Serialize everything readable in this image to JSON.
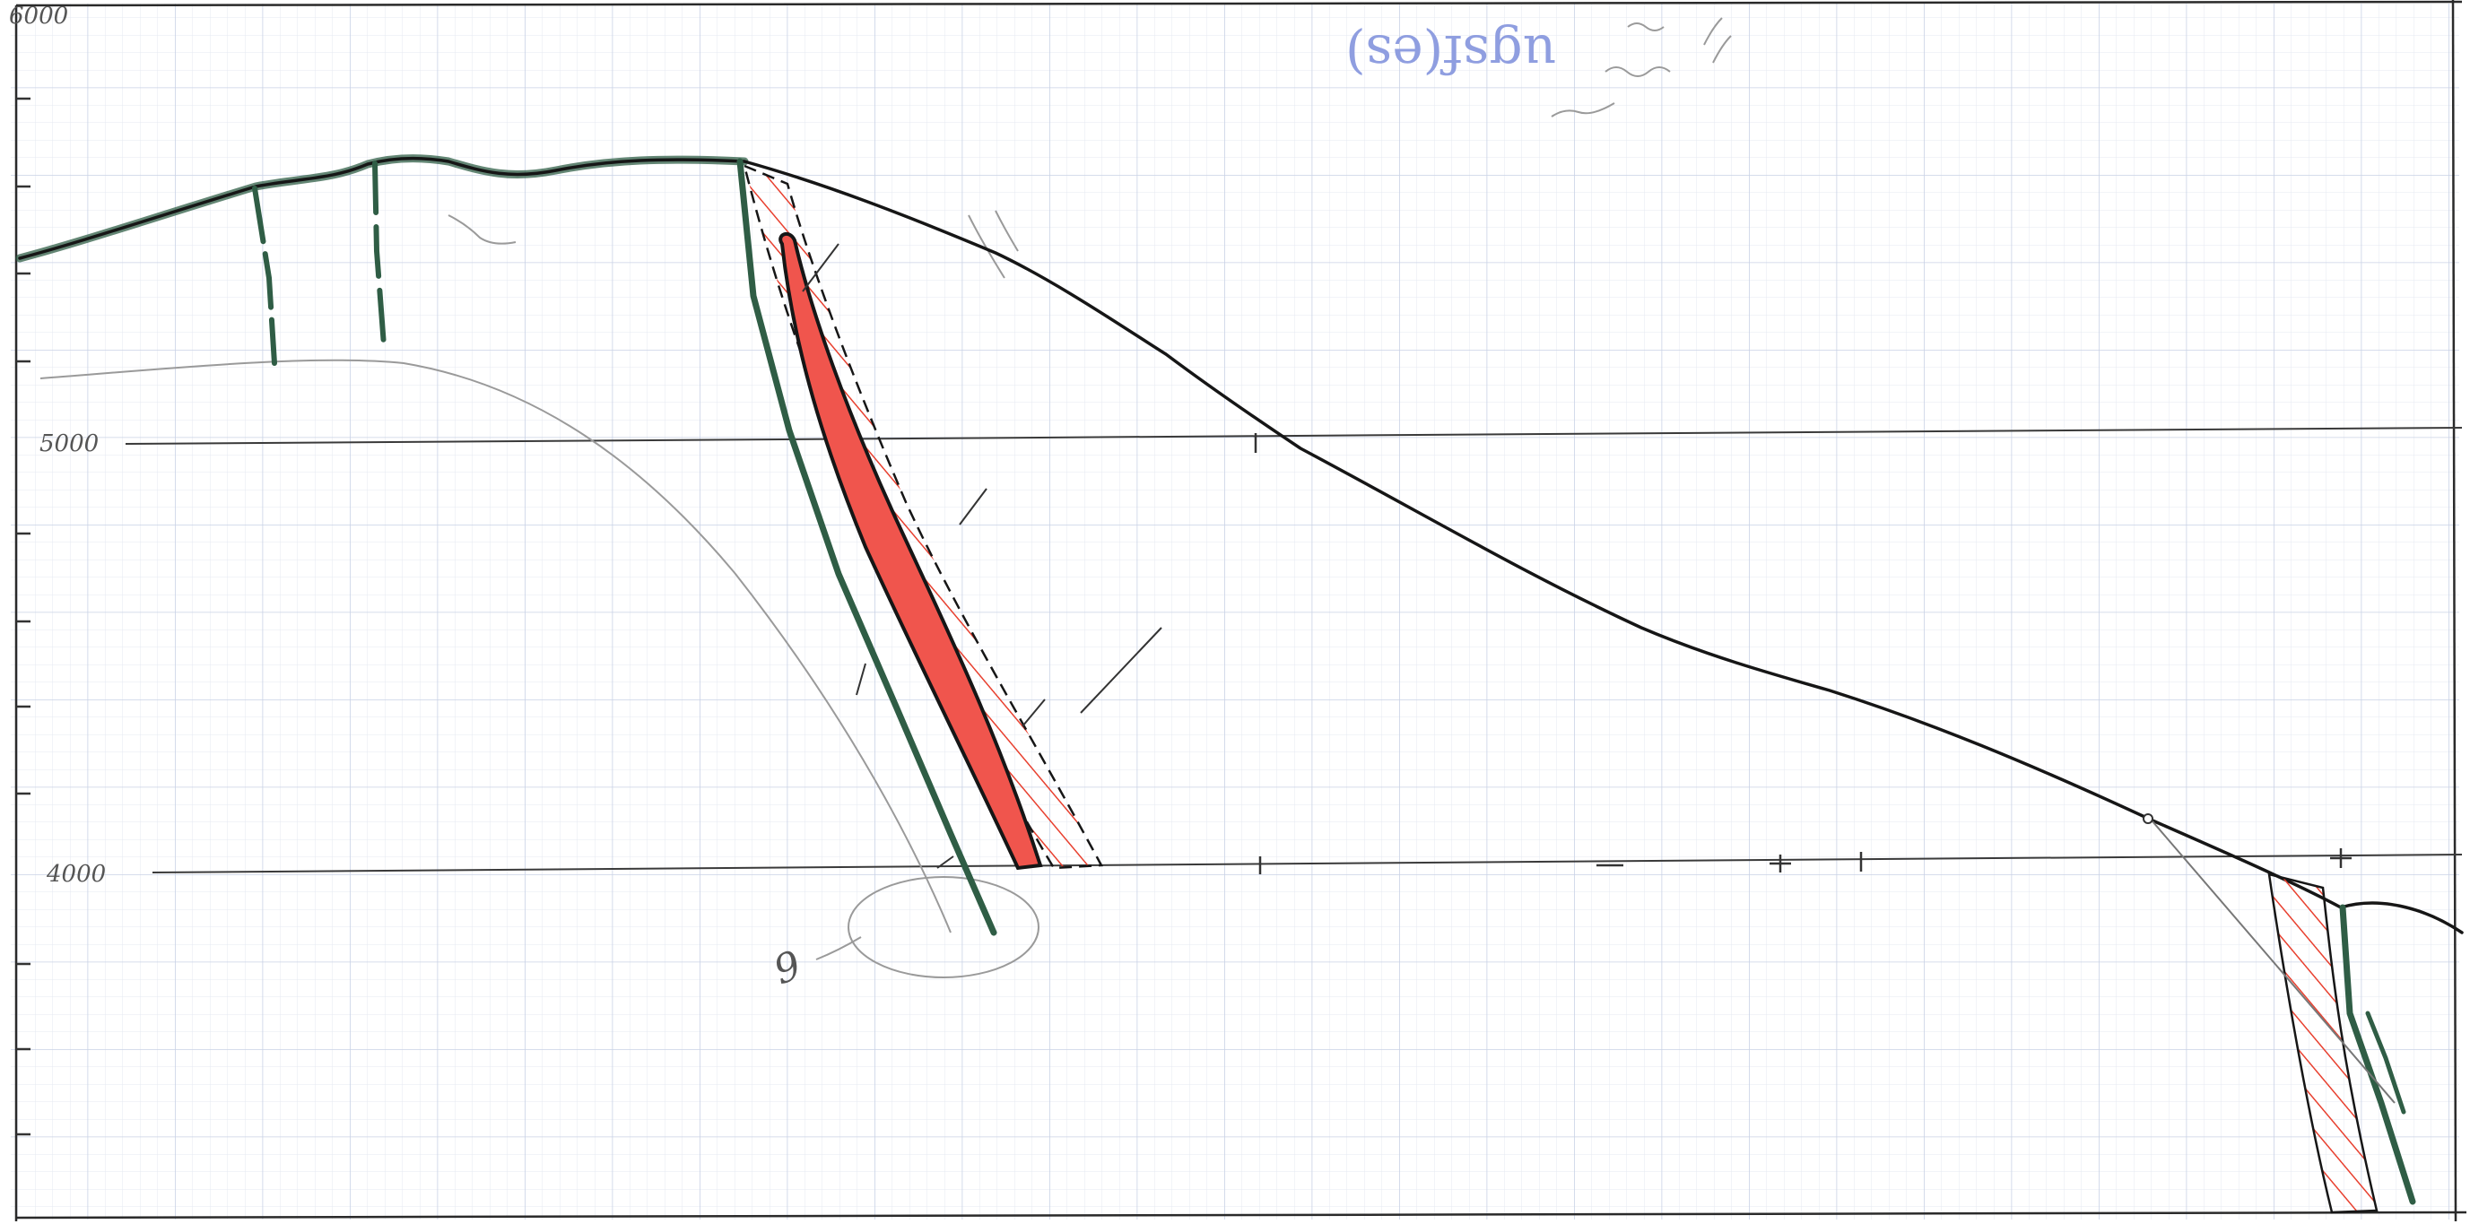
{
  "sheet": {
    "colors": {
      "paper": "#ffffff",
      "grid_fine": "#e4e9f2",
      "grid_major": "#c9d2e6",
      "ink": "#161616",
      "ore_fill": "#f0554d",
      "hatch_red": "#e8402f",
      "dike_green": "#2f5d45",
      "pencil": "#8a8a8a",
      "faint_pencil": "#b0b0b0",
      "blue_ink": "#8f9ee0"
    },
    "elevation_labels": [
      "6000",
      "5000",
      "4000"
    ],
    "hole_label": "9",
    "notes": [
      "ugsf(es)"
    ]
  }
}
